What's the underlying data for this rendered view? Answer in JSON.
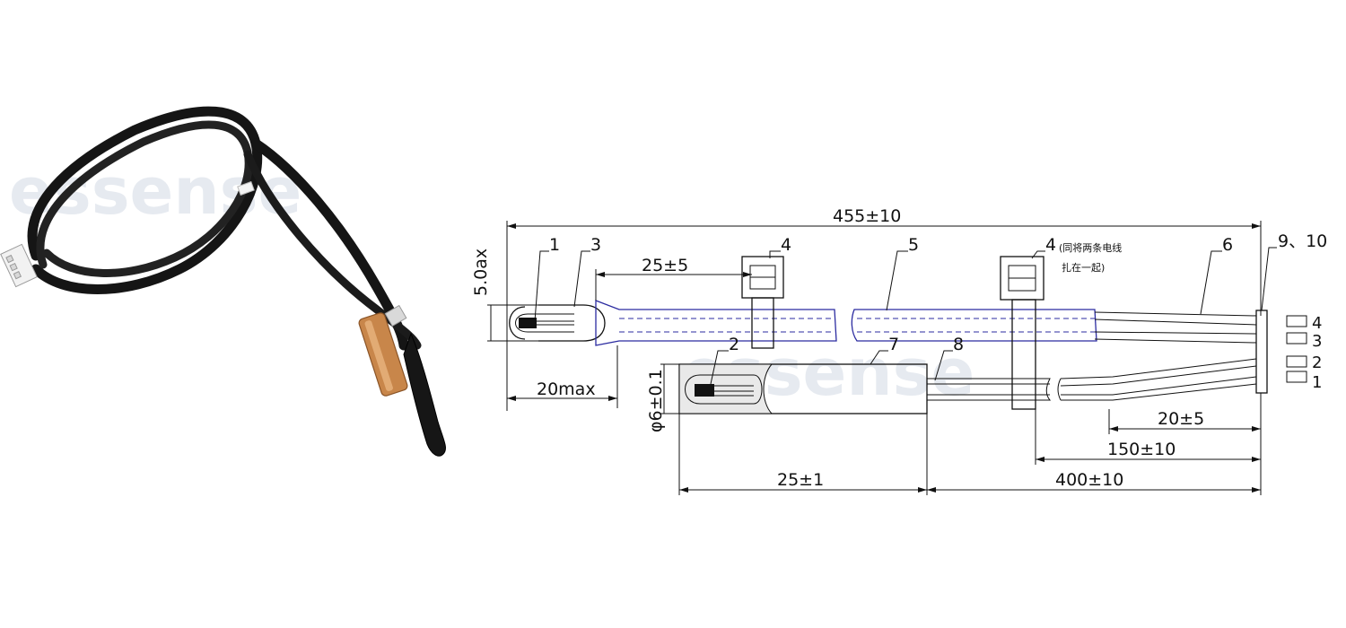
{
  "watermark": "essense",
  "dimensions": {
    "overall_length": "455±10",
    "head_diameter": "5.0ax",
    "head_length": "20max",
    "tie_offset": "25±5",
    "tube_diameter": "φ6±0.1",
    "tube_length": "25±1",
    "lead_length": "400±10",
    "strip_length": "20±5",
    "tie_to_end": "150±10"
  },
  "callouts": {
    "c1": "1",
    "c2": "2",
    "c3": "3",
    "c4a": "4",
    "c4b": "4",
    "c4b_note_line1": "(同将两条电线",
    "c4b_note_line2": "扎在一起)",
    "c5": "5",
    "c6": "6",
    "c7": "7",
    "c8": "8",
    "c9_10": "9、10"
  },
  "connector_pins": [
    "4",
    "3",
    "2",
    "1"
  ],
  "colors": {
    "cable": "#111111",
    "copper": "#c8864a",
    "wire_outline": "#2b2ba0",
    "watermark": "#e6eaf0"
  }
}
